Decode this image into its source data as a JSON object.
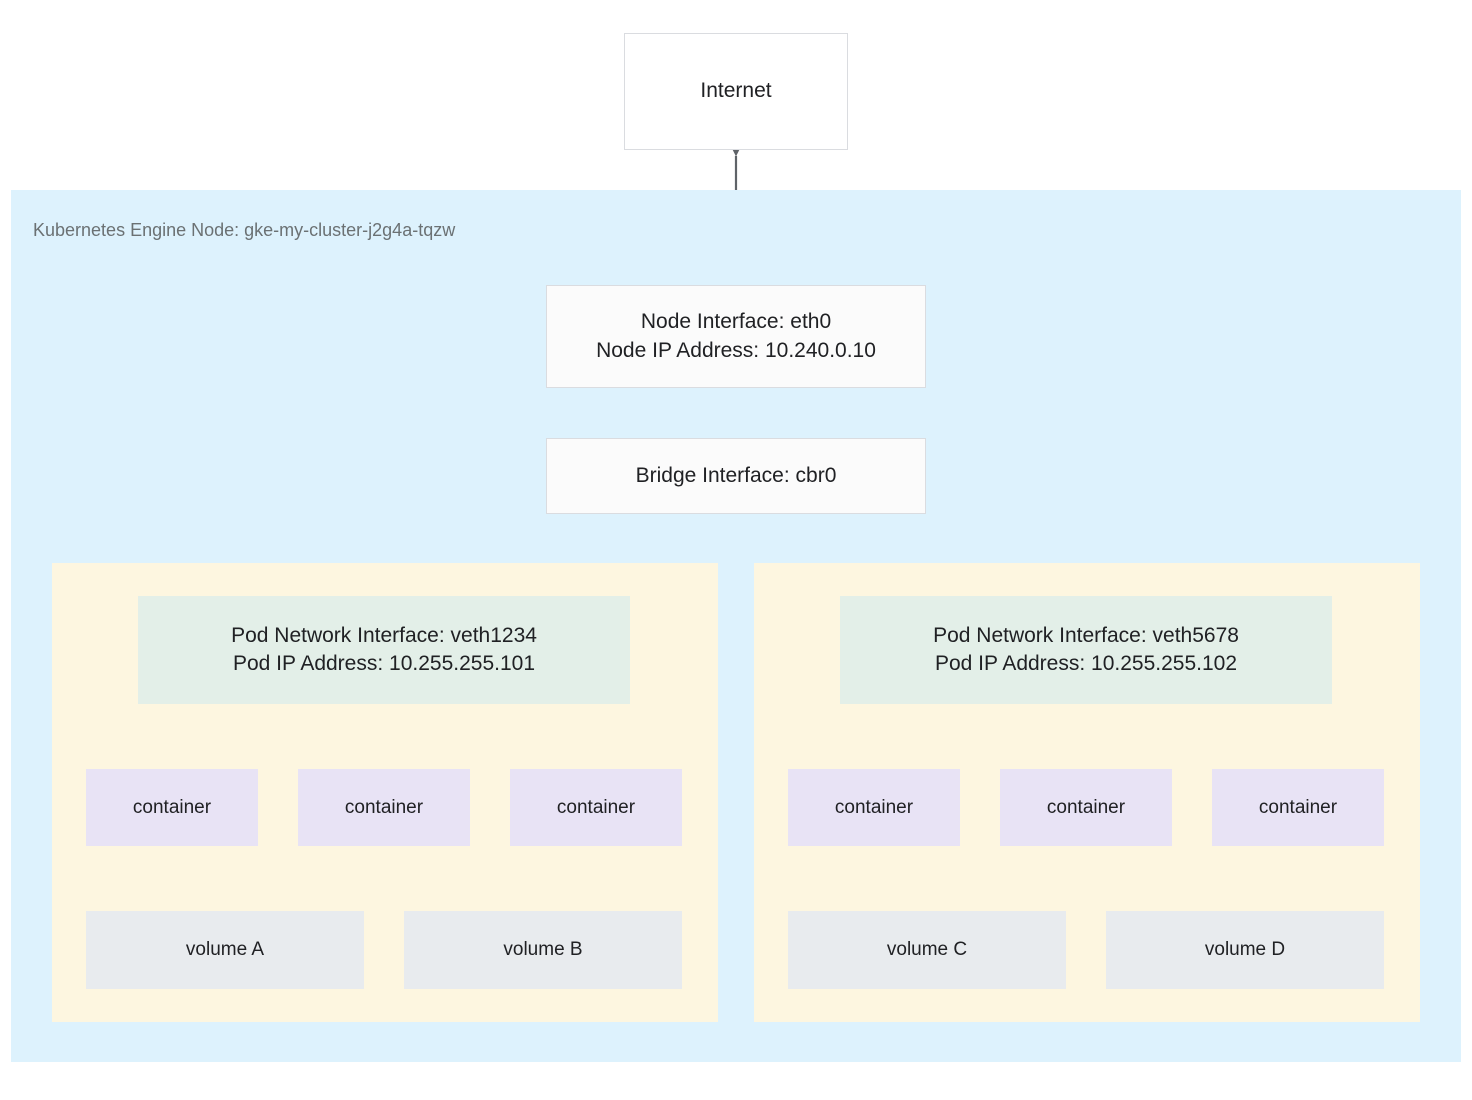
{
  "diagram": {
    "title_text": "Kubernetes Engine Node: gke-my-cluster-j2g4a-tqzw",
    "internet": {
      "label": "Internet"
    },
    "node_interface": {
      "line1": "Node Interface: eth0",
      "line2": "Node IP Address: 10.240.0.10"
    },
    "bridge_interface": {
      "label": "Bridge Interface: cbr0"
    },
    "pods": [
      {
        "interface_line1": "Pod Network Interface: veth1234",
        "interface_line2": "Pod IP Address: 10.255.255.101",
        "containers": [
          {
            "label": "container"
          },
          {
            "label": "container"
          },
          {
            "label": "container"
          }
        ],
        "volumes": [
          {
            "label": "volume A"
          },
          {
            "label": "volume B"
          }
        ]
      },
      {
        "interface_line1": "Pod Network Interface: veth5678",
        "interface_line2": "Pod IP Address: 10.255.255.102",
        "containers": [
          {
            "label": "container"
          },
          {
            "label": "container"
          },
          {
            "label": "container"
          }
        ],
        "volumes": [
          {
            "label": "volume C"
          },
          {
            "label": "volume D"
          }
        ]
      }
    ],
    "colors": {
      "node_group_background": "#ddf2fd",
      "pod_group_background": "#fdf6e0",
      "pod_interface_background": "#e3efe8",
      "container_background": "#e8e3f5",
      "volume_background": "#e8ebee",
      "box_background": "#ffffff",
      "box_border": "#dadce0",
      "connector": "#5f6368",
      "text": "#202124",
      "muted_text": "#6b7173"
    }
  }
}
